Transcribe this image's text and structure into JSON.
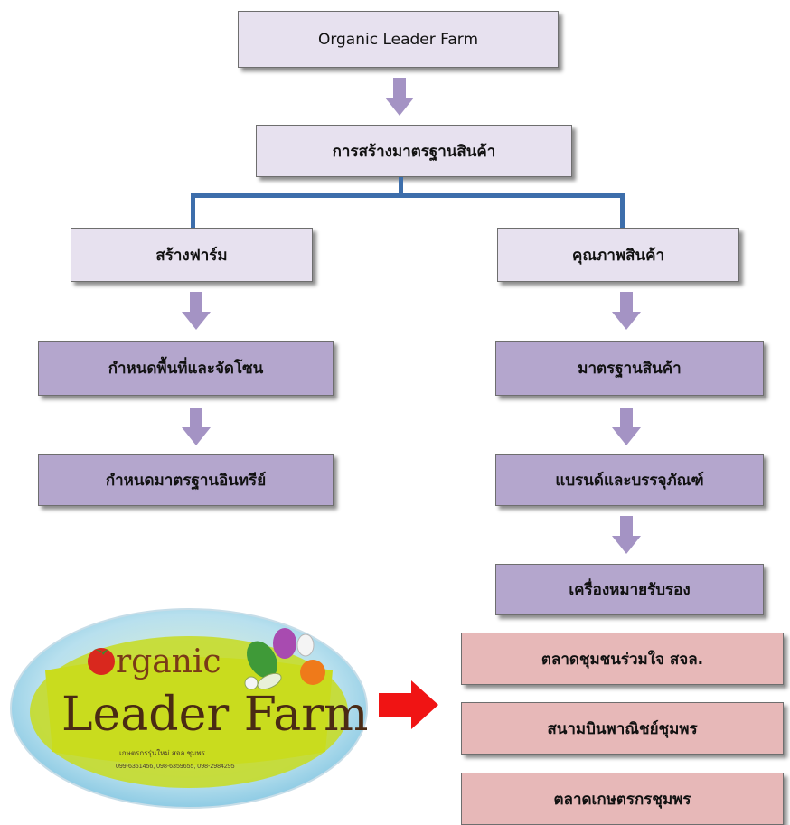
{
  "title": "Organic Leader Farm",
  "level1": "การสร้างมาตรฐานสินค้า",
  "left": {
    "head": "สร้างฟาร์ม",
    "steps": [
      "กำหนดพื้นที่และจัดโซน",
      "กำหนดมาตรฐานอินทรีย์"
    ]
  },
  "right": {
    "head": "คุณภาพสินค้า",
    "steps": [
      "มาตรฐานสินค้า",
      "แบรนด์และบรรจุภัณฑ์",
      "เครื่องหมายรับรอง"
    ]
  },
  "outlets": [
    "ตลาดชุมชนร่วมใจ สจล.",
    "สนามบินพาณิชย์ชุมพร",
    "ตลาดเกษตรกรชุมพร"
  ],
  "logo": {
    "organic": "rganic",
    "brand": "Leader Farm",
    "caption_line1": "เกษตรกรรุ่นใหม่ สจล.ชุมพร",
    "caption_line2": "099-6351456, 098-6359655, 098-2984295"
  },
  "colors": {
    "light_box": "#e7e1ef",
    "mid_box": "#b4a6cd",
    "pink_box": "#e7b8b8",
    "arrow": "#a493c4",
    "connector": "#3d6eab",
    "red_arrow": "#f01414"
  }
}
